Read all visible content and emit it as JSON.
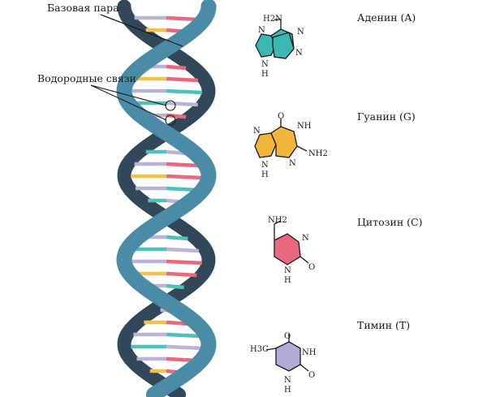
{
  "callouts": {
    "base_pair": "Базовая пара",
    "hydrogen_bonds": "Водородные связи"
  },
  "bases": [
    {
      "name": "Аденин (A)",
      "color": "#3bb8b4"
    },
    {
      "name": "Гуанин (G)",
      "color": "#f2b63a"
    },
    {
      "name": "Цитозин (C)",
      "color": "#e8697d"
    },
    {
      "name": "Тимин (T)",
      "color": "#b3aad6"
    }
  ],
  "colors": {
    "backbone_front": "#4a8ca5",
    "backbone_back": "#33475b",
    "rung_lilac": "#b9b4d6",
    "rung_yellow": "#f3c24a",
    "rung_pink": "#e8697d",
    "rung_teal": "#4fc0bb"
  },
  "atoms": {
    "adenine": {
      "nh2": "H2N",
      "n1": "N",
      "n2": "N",
      "n3": "N",
      "nh": "N",
      "h": "H"
    },
    "guanine": {
      "o": "O",
      "nh": "NH",
      "n1": "N",
      "n2": "N",
      "nh_bottom": "N",
      "h": "H",
      "nh2": "NH2"
    },
    "cytosine": {
      "nh2": "NH2",
      "n": "N",
      "nh": "N",
      "h": "H",
      "o": "O"
    },
    "thymine": {
      "h3c": "H3C",
      "o_top": "O",
      "nh": "NH",
      "n": "N",
      "h": "H",
      "o": "O"
    }
  },
  "icons": [
    "dna-double-helix",
    "adenine-structure",
    "guanine-structure",
    "cytosine-structure",
    "thymine-structure"
  ]
}
